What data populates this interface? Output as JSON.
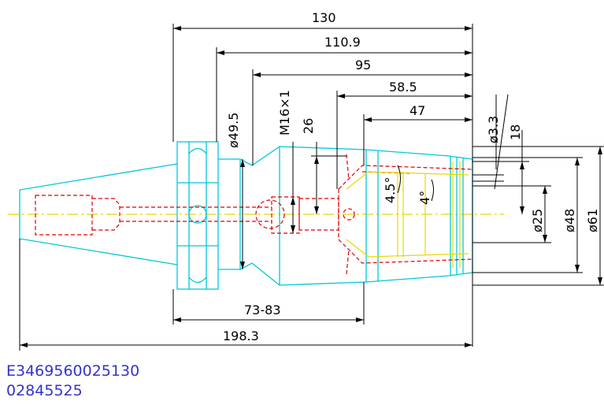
{
  "dimensions": {
    "d130": "130",
    "d110_9": "110.9",
    "d95": "95",
    "d58_5": "58.5",
    "d47": "47",
    "d49_5": "ø49.5",
    "m16": "M16×1",
    "d26": "26",
    "d3_3": "ø3.3",
    "d18": "18",
    "d4_5": "4.5°",
    "d4": "4°",
    "d25": "ø25",
    "d48": "ø48",
    "d61": "ø61",
    "d73_83": "73-83",
    "d198_3": "198.3"
  },
  "codes": {
    "line1": "E3469560025130",
    "line2": "02845525"
  },
  "colors": {
    "outline": "#00c8d8",
    "hidden": "#e00000",
    "centerline": "#e8d800",
    "dimension": "#000000",
    "code": "#3333cc"
  }
}
